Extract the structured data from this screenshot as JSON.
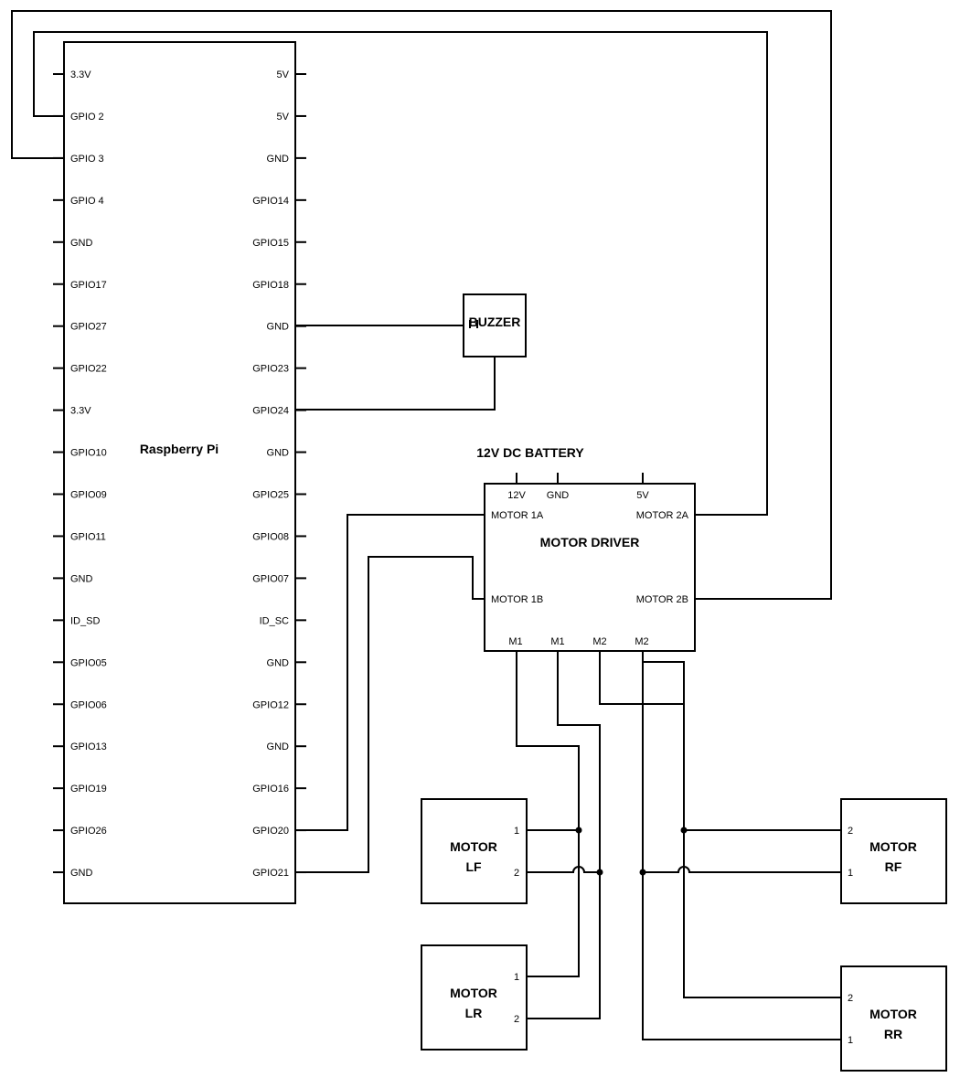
{
  "raspberry_pi": {
    "title": "Raspberry Pi",
    "left_pins": [
      "3.3V",
      "GPIO 2",
      "GPIO 3",
      "GPIO 4",
      "GND",
      "GPIO17",
      "GPIO27",
      "GPIO22",
      "3.3V",
      "GPIO10",
      "GPIO09",
      "GPIO11",
      "GND",
      "ID_SD",
      "GPIO05",
      "GPIO06",
      "GPIO13",
      "GPIO19",
      "GPIO26",
      "GND"
    ],
    "right_pins": [
      "5V",
      "5V",
      "GND",
      "GPIO14",
      "GPIO15",
      "GPIO18",
      "GND",
      "GPIO23",
      "GPIO24",
      "GND",
      "GPIO25",
      "GPIO08",
      "GPIO07",
      "ID_SC",
      "GND",
      "GPIO12",
      "GND",
      "GPIO16",
      "GPIO20",
      "GPIO21"
    ]
  },
  "buzzer": {
    "title": "BUZZER"
  },
  "battery": {
    "title": "12V DC BATTERY"
  },
  "motor_driver": {
    "title": "MOTOR DRIVER",
    "top_pins": [
      "12V",
      "GND",
      "5V"
    ],
    "left_pins": [
      "MOTOR 1A",
      "MOTOR 1B"
    ],
    "right_pins": [
      "MOTOR 2A",
      "MOTOR 2B"
    ],
    "bottom_pins": [
      "M1",
      "M1",
      "M2",
      "M2"
    ]
  },
  "motors": {
    "lf": {
      "line1": "MOTOR",
      "line2": "LF",
      "pin_a": "1",
      "pin_b": "2"
    },
    "lr": {
      "line1": "MOTOR",
      "line2": "LR",
      "pin_a": "1",
      "pin_b": "2"
    },
    "rf": {
      "line1": "MOTOR",
      "line2": "RF",
      "pin_a": "2",
      "pin_b": "1"
    },
    "rr": {
      "line1": "MOTOR",
      "line2": "RR",
      "pin_a": "2",
      "pin_b": "1"
    }
  }
}
